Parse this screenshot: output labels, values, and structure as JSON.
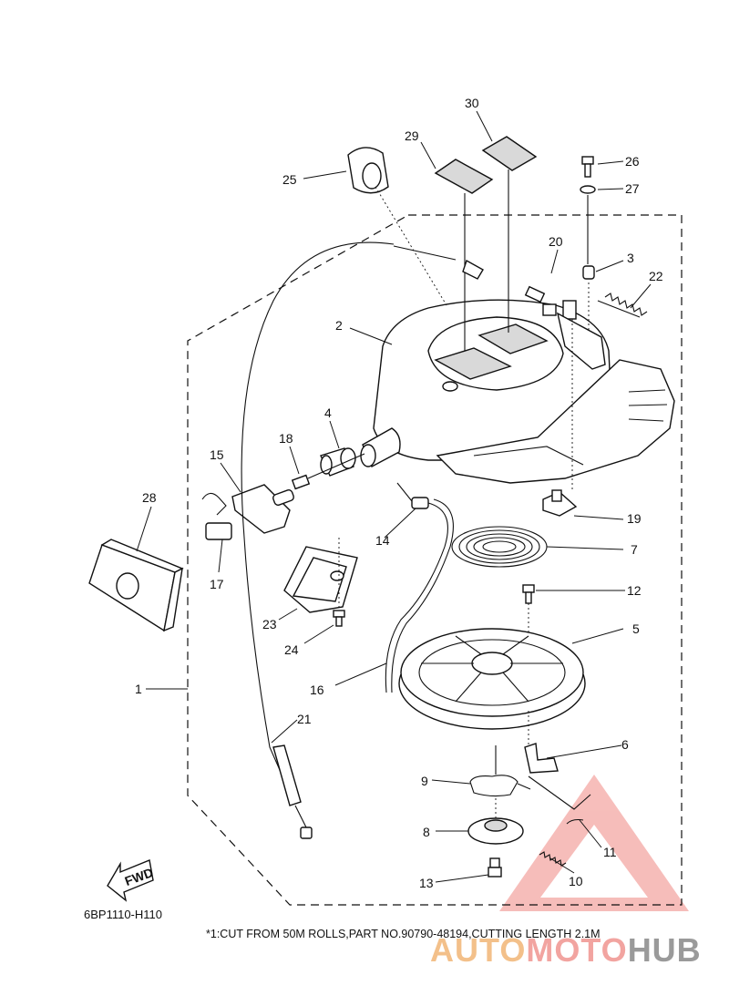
{
  "diagram_code": "6BP1110-H110",
  "footnote": "*1:CUT FROM 50M ROLLS,PART NO.90790-48194,CUTTING LENGTH 2.1M",
  "fwd_label": "FWD",
  "watermark": {
    "part1": "AUTO",
    "part2": "MOTO",
    "part3": "HUB",
    "color_orange": "#f3c08a",
    "color_red": "#f2a4a0",
    "color_gray": "#9a9a9a"
  },
  "callouts": {
    "n1": "1",
    "n2": "2",
    "n3": "3",
    "n4": "4",
    "n5": "5",
    "n6": "6",
    "n7": "7",
    "n8": "8",
    "n9": "9",
    "n10": "10",
    "n11": "11",
    "n12": "12",
    "n13": "13",
    "n14": "14",
    "n15": "15",
    "n16": "16",
    "n17": "17",
    "n18": "18",
    "n19": "19",
    "n20": "20",
    "n21": "21",
    "n22": "22",
    "n23": "23",
    "n24": "24",
    "n25": "25",
    "n26": "26",
    "n27": "27",
    "n28": "28",
    "n29": "29",
    "n30": "30"
  }
}
